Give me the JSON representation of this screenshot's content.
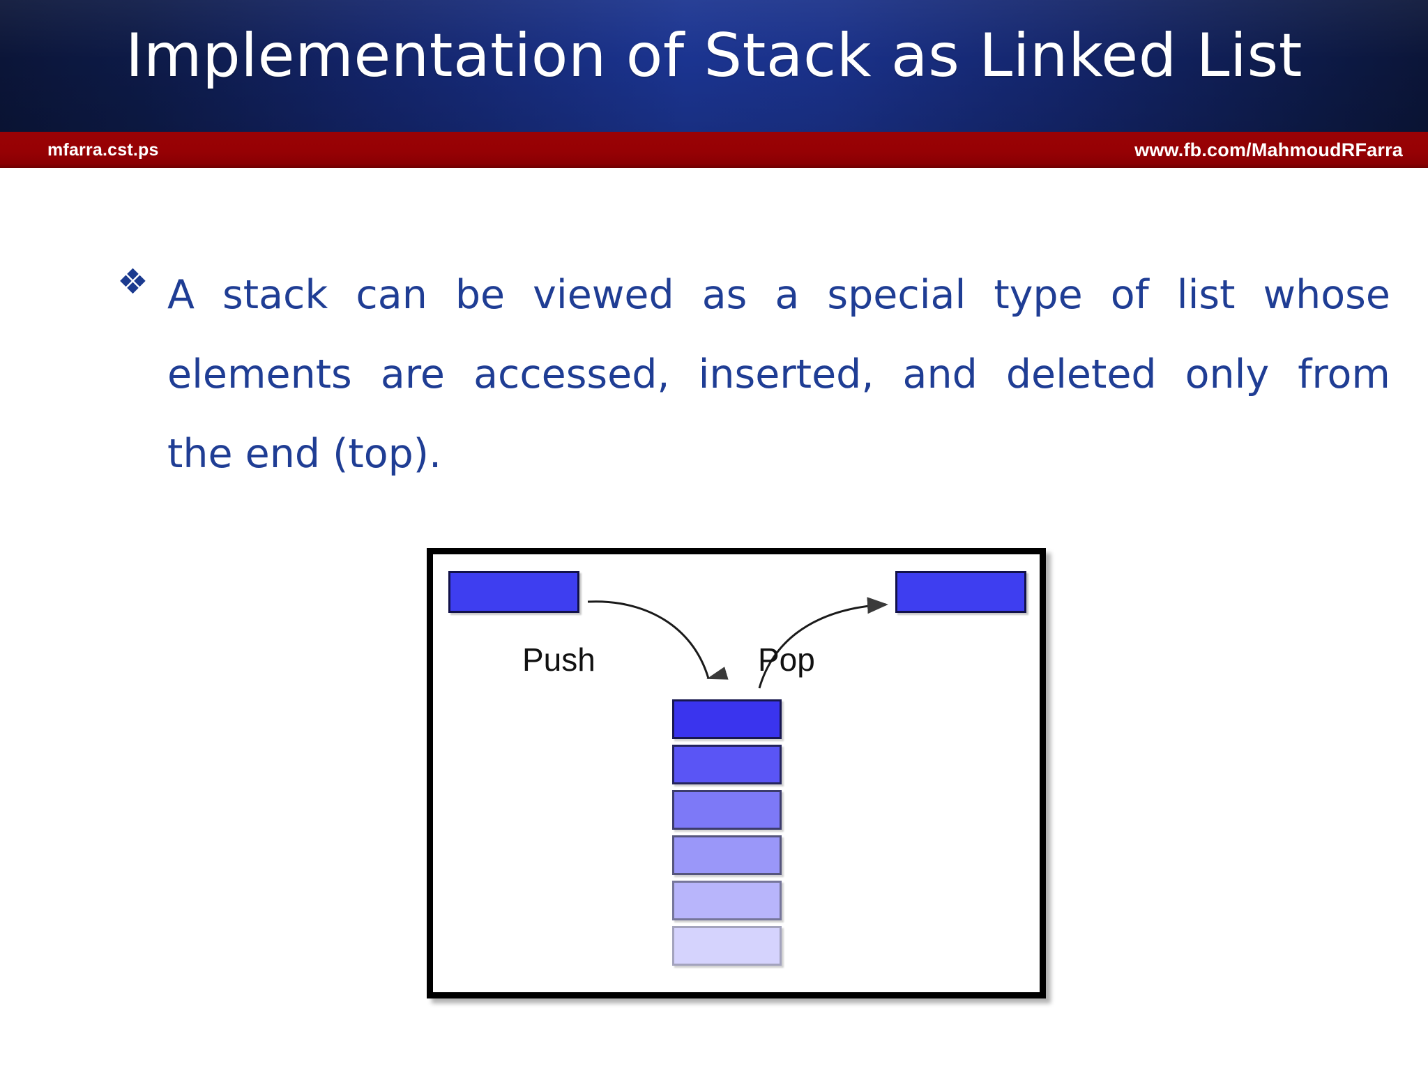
{
  "header": {
    "title": "Implementation of Stack as Linked List",
    "gradient_edge_color": "#0d1a47",
    "gradient_center_color": "#1b3490",
    "title_color": "#ffffff"
  },
  "info_bar": {
    "left_text": "mfarra.cst.ps",
    "right_text": "www.fb.com/MahmoudRFarra",
    "background_color": "#960104",
    "text_color": "#ffffff"
  },
  "content": {
    "bullet_glyph": "❖",
    "text_color": "#1f3d94",
    "lines": [
      {
        "justified": true,
        "words": [
          "A",
          "stack",
          "can",
          "be",
          "viewed",
          "as",
          "a",
          "special",
          "type",
          "of",
          "list",
          "whose"
        ]
      },
      {
        "justified": true,
        "words": [
          "elements",
          "are",
          "accessed,",
          "inserted,",
          "and",
          "deleted",
          "only",
          "from"
        ]
      },
      {
        "justified": false,
        "text": "the end (top)."
      }
    ]
  },
  "diagram": {
    "frame_border_color": "#000000",
    "labels": {
      "push": "Push",
      "pop": "Pop"
    },
    "incoming_node": {
      "name": "incoming-element",
      "color": "#3e3ef0"
    },
    "outgoing_node": {
      "name": "outgoing-element",
      "color": "#3e3ef0"
    },
    "stack_cells": [
      {
        "index": 1,
        "color": "#3a34ee",
        "border": "#17174f"
      },
      {
        "index": 2,
        "color": "#5a55f5",
        "border": "#24245c"
      },
      {
        "index": 3,
        "color": "#7d79f7",
        "border": "#3c3c6b"
      },
      {
        "index": 4,
        "color": "#9a97f9",
        "border": "#55557c"
      },
      {
        "index": 5,
        "color": "#b8b5fb",
        "border": "#76769a"
      },
      {
        "index": 6,
        "color": "#d5d3fd",
        "border": "#a3a3bd"
      }
    ],
    "cell_count": 6,
    "arrows": [
      {
        "name": "push-arrow",
        "direction": "down-into-stack"
      },
      {
        "name": "pop-arrow",
        "direction": "up-out-of-stack"
      }
    ]
  }
}
